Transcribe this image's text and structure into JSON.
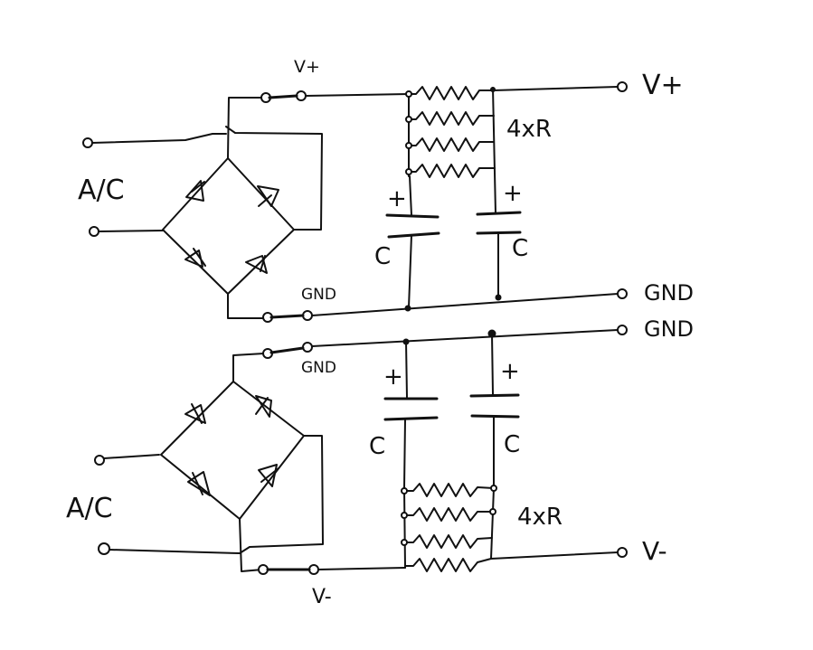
{
  "labels": {
    "top_ac": "A/C",
    "bottom_ac": "A/C",
    "top_vplus_small": "V+",
    "top_vplus_out": "V+",
    "top_gnd_small": "GND",
    "top_gnd_out": "GND",
    "bottom_gnd_small": "GND",
    "bottom_gnd_out": "GND",
    "bottom_vminus_small": "V-",
    "bottom_vminus_out": "V-",
    "top_resistors": "4xR",
    "bottom_resistors": "4xR",
    "cap_top_left": "C",
    "cap_top_right": "C",
    "cap_bottom_left": "C",
    "cap_bottom_right": "C",
    "plus": "+"
  }
}
